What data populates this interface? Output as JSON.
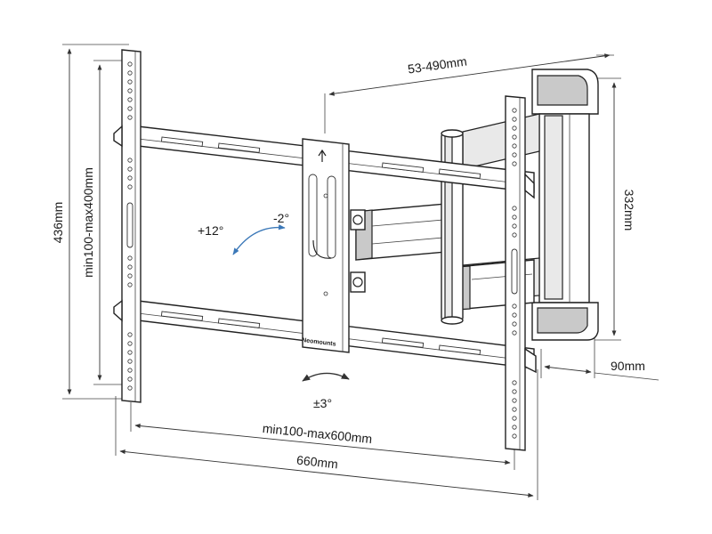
{
  "brand": "Neomounts",
  "dimensions": {
    "height_total": "436mm",
    "vesa_vertical": "min100-max400mm",
    "extension": "53-490mm",
    "wall_plate_height": "332mm",
    "depth": "90mm",
    "vesa_horizontal": "min100-max600mm",
    "width_total": "660mm"
  },
  "angles": {
    "tilt_up": "+12°",
    "tilt_down": "-2°",
    "rotation": "±3°"
  }
}
